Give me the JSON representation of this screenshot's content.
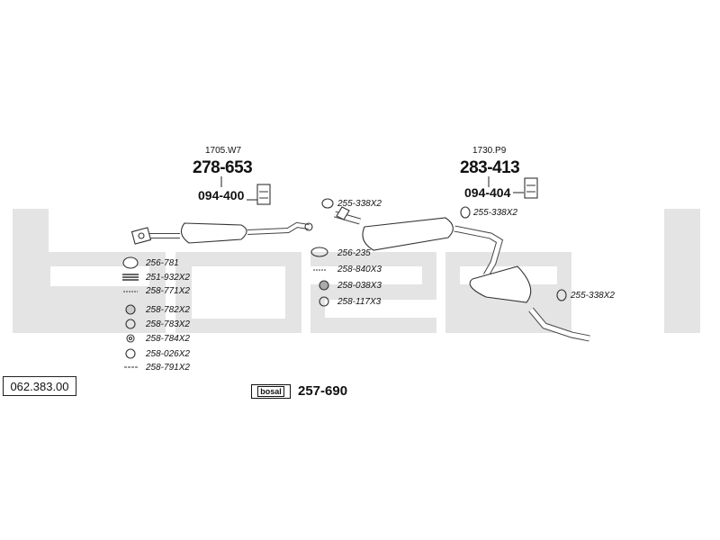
{
  "watermark": "bosal",
  "reference_number": "062.383.00",
  "groups": {
    "front": {
      "model_code": "1705.W7",
      "part_number": "278-653",
      "mount_number": "094-400"
    },
    "rear": {
      "model_code": "1730.P9",
      "part_number": "283-413",
      "mount_number": "094-404"
    }
  },
  "left_parts": [
    "256-781",
    "251-932X2",
    "258-771X2",
    "258-782X2",
    "258-783X2",
    "258-784X2",
    "258-026X2",
    "258-791X2"
  ],
  "middle_parts": [
    "255-338X2",
    "256-235",
    "258-840X3",
    "258-038X3",
    "258-117X3"
  ],
  "rear_clamp_top": "255-338X2",
  "rear_clamp_side": "255-338X2",
  "kit": {
    "badge_label": "bosal",
    "number": "257-690"
  },
  "colors": {
    "watermark": "#e4e4e4",
    "lines": "#333333"
  }
}
